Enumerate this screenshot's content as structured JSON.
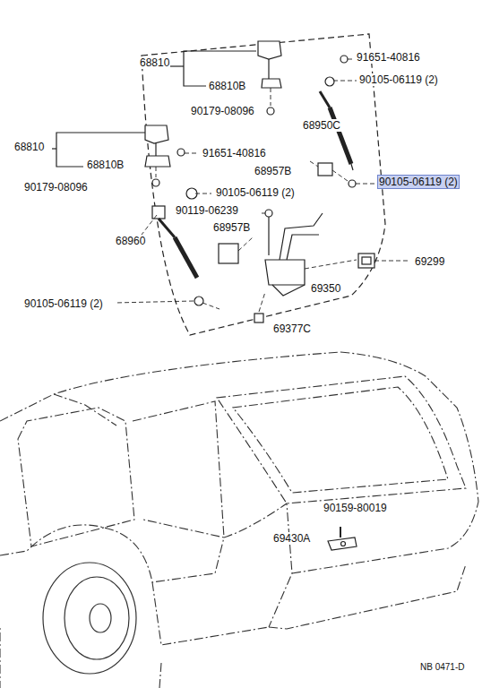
{
  "diagram": {
    "labels": [
      "68810",
      "91651-40816",
      "68810B",
      "90105-06119 (2)",
      "90179-08096",
      "68950C",
      "68810",
      "68810B",
      "91651-40816",
      "68957B",
      "90105-06119 (2)",
      "90179-08096",
      "90105-06119 (2)",
      "90119-06239",
      "68957B",
      "68960",
      "69299",
      "69350",
      "90105-06119 (2)",
      "69377C",
      "90159-80019",
      "69430A",
      "NB 0471-D"
    ]
  }
}
